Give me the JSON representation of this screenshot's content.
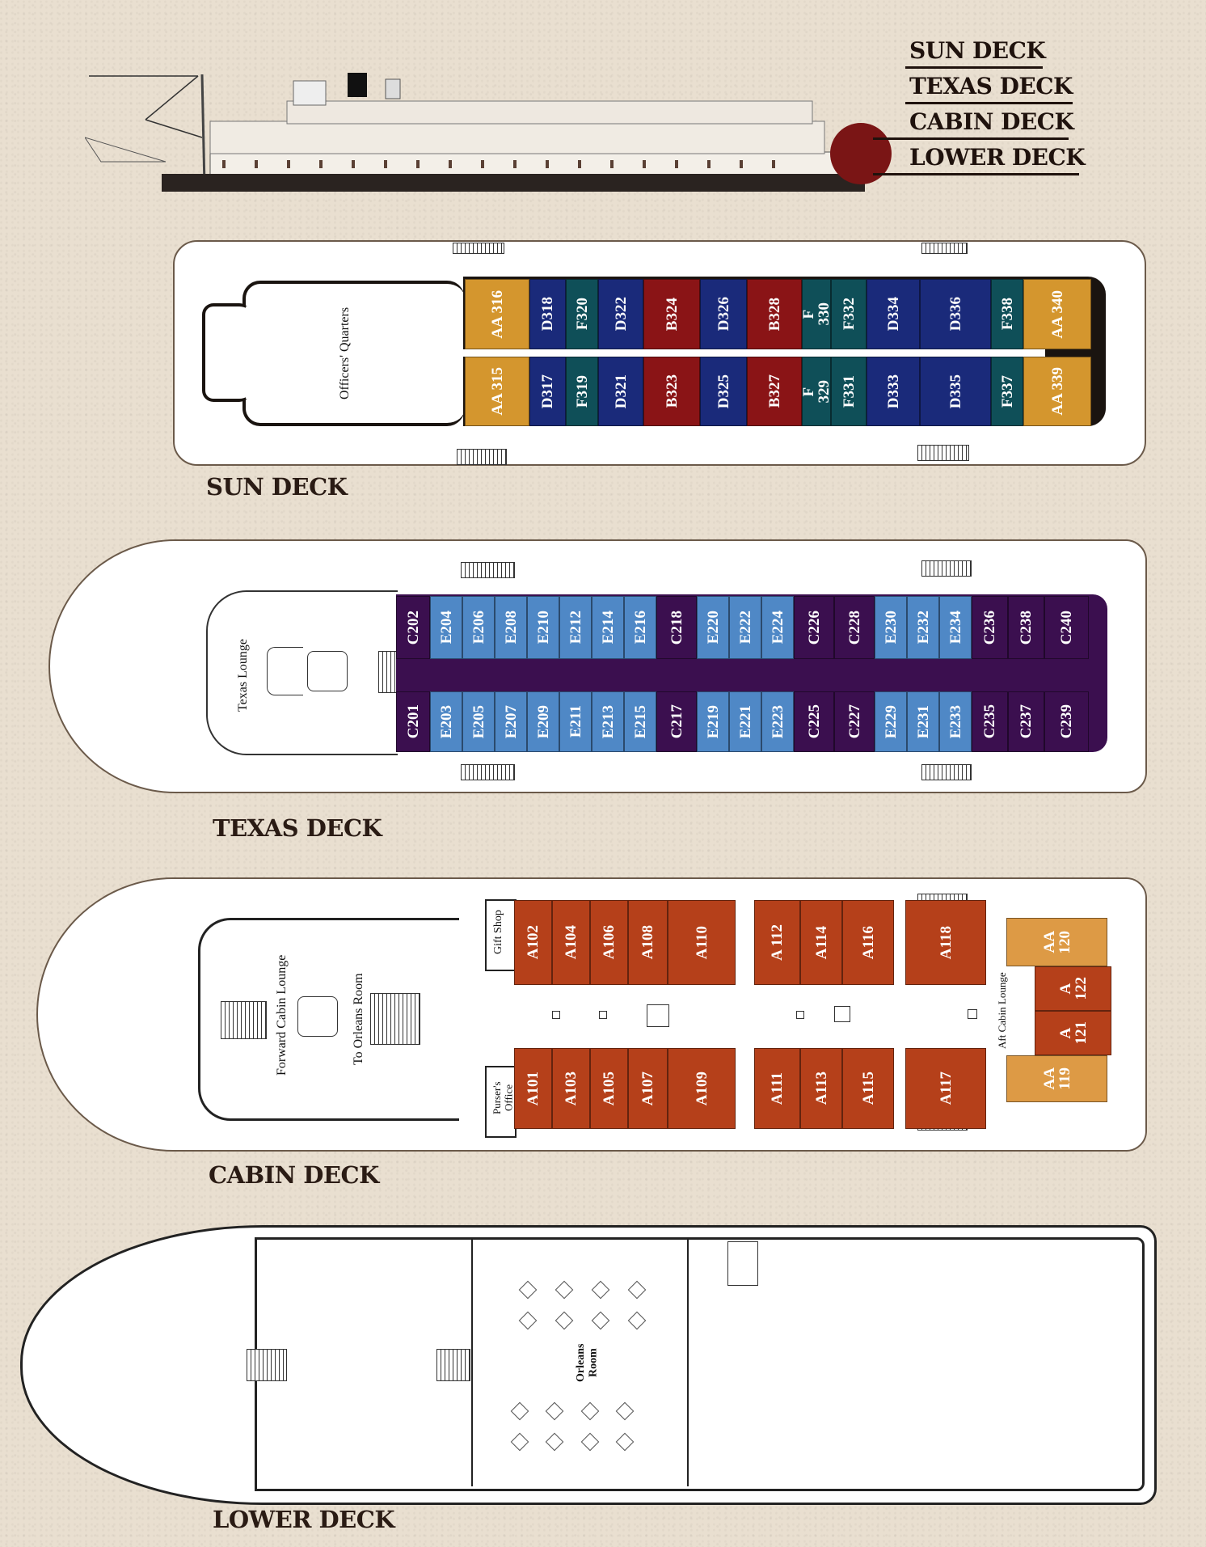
{
  "legend": {
    "items": [
      "SUN DECK",
      "TEXAS DECK",
      "CABIN DECK",
      "LOWER DECK"
    ]
  },
  "colors": {
    "AA": "#d4962e",
    "D": "#1a2a7a",
    "F": "#0f4f58",
    "B": "#8a1416",
    "E": "#4f88c6",
    "C": "#3b0f4f",
    "A": "#b5401a",
    "AA_cabin": "#dd9a45"
  },
  "sun_deck": {
    "title": "SUN DECK",
    "officers_quarters": "Officers' Quarters",
    "top_row": [
      "AA 316",
      "D318",
      "F320",
      "D322",
      "B324",
      "D326",
      "B328",
      "F\n330",
      "F332",
      "D334",
      "D336",
      "F338",
      "AA 340"
    ],
    "bottom_row": [
      "AA 315",
      "D317",
      "F319",
      "D321",
      "B323",
      "D325",
      "B327",
      "F\n329",
      "F331",
      "D333",
      "D335",
      "F337",
      "AA 339"
    ]
  },
  "texas_deck": {
    "title": "TEXAS DECK",
    "lounge": "Texas Lounge",
    "top_row": [
      "C202",
      "E204",
      "E206",
      "E208",
      "E210",
      "E212",
      "E214",
      "E216",
      "C218",
      "E220",
      "E222",
      "E224",
      "C226",
      "C228",
      "E230",
      "E232",
      "E234",
      "C236",
      "C238",
      "C240"
    ],
    "bottom_row": [
      "C201",
      "E203",
      "E205",
      "E207",
      "E209",
      "E211",
      "E213",
      "E215",
      "C217",
      "E219",
      "E221",
      "E223",
      "C225",
      "C227",
      "E229",
      "E231",
      "E233",
      "C235",
      "C237",
      "C239"
    ]
  },
  "cabin_deck": {
    "title": "CABIN DECK",
    "forward_lounge": "Forward Cabin Lounge",
    "orleans_stairs": "To Orleans Room",
    "gift_shop": "Gift Shop",
    "pursers_office": "Purser's\nOffice",
    "aft_lounge": "Aft Cabin Lounge",
    "top_row": [
      "A102",
      "A104",
      "A106",
      "A108",
      "A110",
      "A 112",
      "A114",
      "A116",
      "A118"
    ],
    "bottom_row": [
      "A101",
      "A103",
      "A105",
      "A107",
      "A109",
      "A111",
      "A113",
      "A115",
      "A117"
    ],
    "aft": [
      "AA\n120",
      "A\n122",
      "A\n121",
      "AA\n119"
    ]
  },
  "lower_deck": {
    "title": "LOWER DECK",
    "orleans_room": "Orleans\nRoom"
  }
}
